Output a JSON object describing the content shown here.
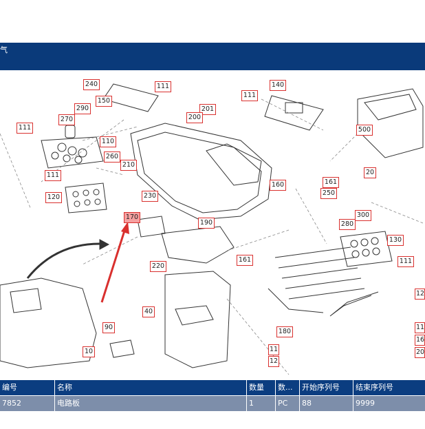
{
  "header": {
    "title": "气"
  },
  "callouts": [
    "240",
    "111",
    "150",
    "140",
    "111",
    "290",
    "201",
    "200",
    "270",
    "111",
    "500",
    "110",
    "260",
    "210",
    "111",
    "160",
    "161",
    "20",
    "120",
    "250",
    "230",
    "300",
    "170",
    "280",
    "190",
    "130",
    "161",
    "111",
    "220",
    "40",
    "90",
    "180",
    "11",
    "12",
    "10",
    "12",
    "11",
    "16",
    "20"
  ],
  "highlighted_callout": "170",
  "table": {
    "columns": [
      "编号",
      "名称",
      "数量",
      "数...",
      "开始序列号",
      "结束序列号"
    ],
    "rows": [
      [
        "7852",
        "电路板",
        "1",
        "PC",
        "88",
        "9999"
      ]
    ]
  },
  "colors": {
    "header_bg": "#0a3a7a",
    "table_header_bg": "#0b3d80",
    "table_row_bg": "#7d8eaa",
    "callout_border": "#d9302e",
    "highlight_fill": "#f5a0a0"
  }
}
